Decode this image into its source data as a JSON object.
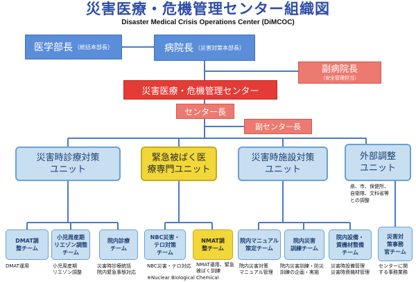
{
  "header": {
    "title": "災害医療・危機管理センター組織図",
    "subtitle": "Disaster Medical Crisis Operations Center (DiMCOC)"
  },
  "top": {
    "dean": {
      "main": "医学部長",
      "sub": "（統括本部長）"
    },
    "director": {
      "main": "病院長",
      "sub": "（災害対策本部長）"
    },
    "vice_director": {
      "main": "副病院長",
      "sub": "（安全管理担当）"
    }
  },
  "center": {
    "name": "災害医療・危機管理センター",
    "head": "センター長",
    "vice_head": "副センター長"
  },
  "units": [
    {
      "label": "災害時診療対策\nユニット",
      "style": "light"
    },
    {
      "label": "緊急被ばく医\n療専門ユニット",
      "style": "yellow"
    },
    {
      "label": "災害時施設対策\nユニット",
      "style": "light"
    },
    {
      "label": "外部調整\nユニット",
      "style": "light"
    }
  ],
  "external_note": "県、市、保健所、\n自衛隊、文科省等\nとの調整",
  "teams": [
    {
      "label": "DMAT調\n整チーム",
      "style": "light",
      "note": "DMAT運用"
    },
    {
      "label": "小児周産期\nリエゾン調整\nチーム",
      "style": "light",
      "note": "小児周産期\nリエゾン調整"
    },
    {
      "label": "院内診療\nチーム",
      "style": "light",
      "note": "災害時診療統括\n院内緊急事態対応"
    },
    {
      "label": "NBC災害・\nテロ対策\nチーム",
      "style": "light",
      "note": "NBC災害・テロ対応"
    },
    {
      "label": "NMAT調\n整チーム",
      "style": "yellow",
      "note": "NMAT運用、緊急\n被ばく訓練"
    },
    {
      "label": "院内マニュアル\n策定チーム",
      "style": "light",
      "note": "院内災害対策\nマニュアル管理"
    },
    {
      "label": "院内災害\n訓練チーム",
      "style": "light",
      "note": "院内災害訓練・防災\n訓練の企画・実施"
    },
    {
      "label": "院内設備・\n資機材整備\nチーム",
      "style": "light",
      "note": "災害時設備管理\n災害時資機材管理"
    },
    {
      "label": "災害対\n策事務\n官チーム",
      "style": "light",
      "note": "センターに関\nする事務業務"
    }
  ],
  "footnote": "※Nuclear Biological Chemical",
  "colors": {
    "title": "#2e4da8",
    "blue_box": "#5b8ed9",
    "red_box": "#e53b36",
    "salmon_box": "#ec7a70",
    "light_box": "#c7dff1",
    "yellow_box": "#f1d738",
    "line": "#4a78c8"
  }
}
